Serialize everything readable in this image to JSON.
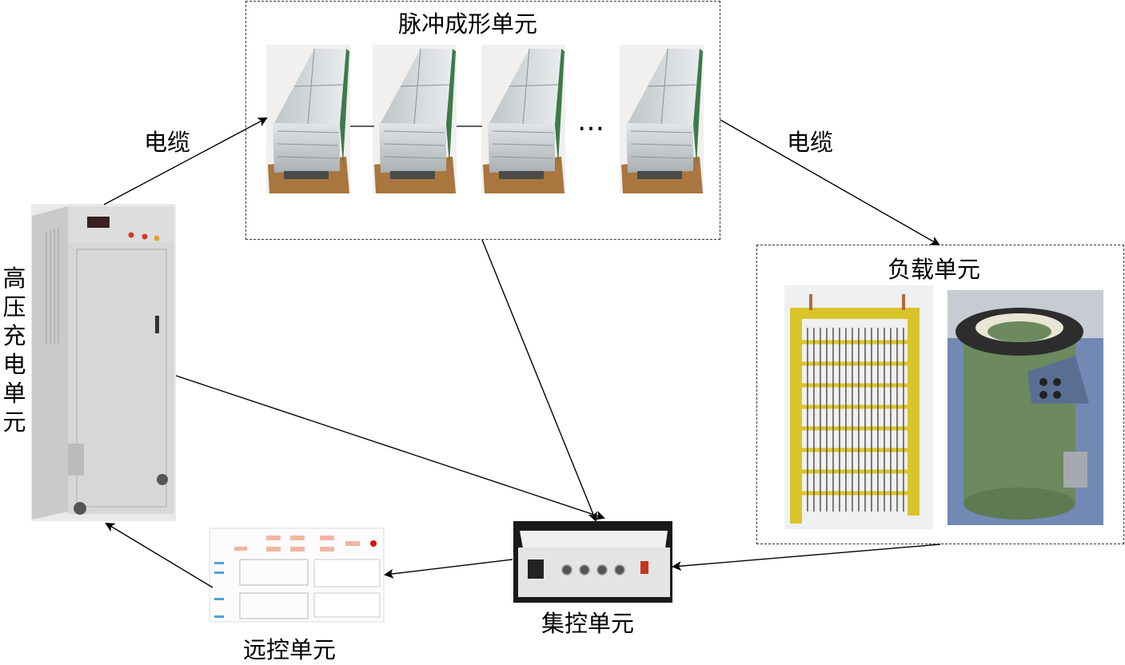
{
  "units": {
    "pulse_forming": "脉冲成形单元",
    "high_voltage_charging": "高压充电单元",
    "load": "负载单元",
    "central_control": "集控单元",
    "remote_control": "远控单元"
  },
  "links": {
    "cable_left": "电缆",
    "cable_right": "电缆"
  },
  "ellipsis": "…",
  "colors": {
    "line": "#000000",
    "dashed_border": "#333333",
    "resistor_frame": "#d9c52a",
    "cylinder_body": "#6c8a5e",
    "cabinet_body": "#d6d8d8",
    "control_box": "#e4e4e2",
    "wood_base": "#a8763e",
    "aluminum": "#cdd2d4",
    "button_red": "#d23a24"
  }
}
